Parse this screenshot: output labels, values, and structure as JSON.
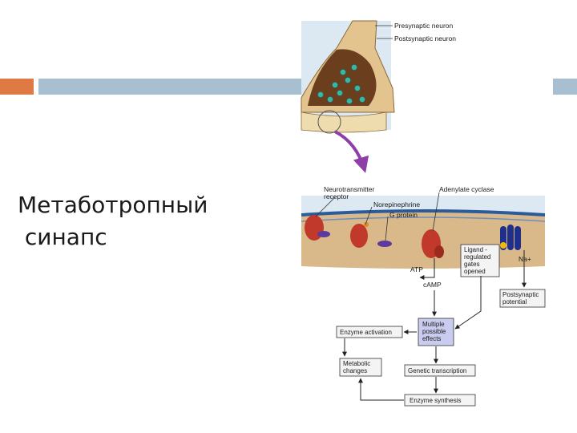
{
  "title": {
    "line1": "Метаботропный",
    "line2": " синапс"
  },
  "top_labels": {
    "presynaptic": "Presynaptic neuron",
    "postsynaptic": "Postsynaptic neuron"
  },
  "diagram_labels": {
    "receptor_l1": "Neurotransmitter",
    "receptor_l2": "receptor",
    "adenylate": "Adenylate cyclase",
    "norepinephrine": "Norepinephrine",
    "gprotein": "G protein",
    "atp": "ATP",
    "camp": "cAMP",
    "na": "Na+"
  },
  "boxes": {
    "ligand": [
      "Ligand -",
      "regulated",
      "gates",
      "opened"
    ],
    "postsynaptic_potential": [
      "Postsynaptic",
      "potential"
    ],
    "multiple_effects": [
      "Multiple",
      "possible",
      "effects"
    ],
    "enzyme_activation": "Enzyme activation",
    "metabolic_changes": [
      "Metabolic",
      "changes"
    ],
    "genetic_transcription": "Genetic transcription",
    "enzyme_synthesis": "Enzyme synthesis"
  },
  "colors": {
    "accent": "#e07a45",
    "header_bar": "#a8bfd2",
    "neuron": "#d9b98a",
    "membrane": "#2b5b9b",
    "receptor": "#c0392b",
    "channel": "#1f2f8a",
    "box_blue": "#c9ccee"
  }
}
